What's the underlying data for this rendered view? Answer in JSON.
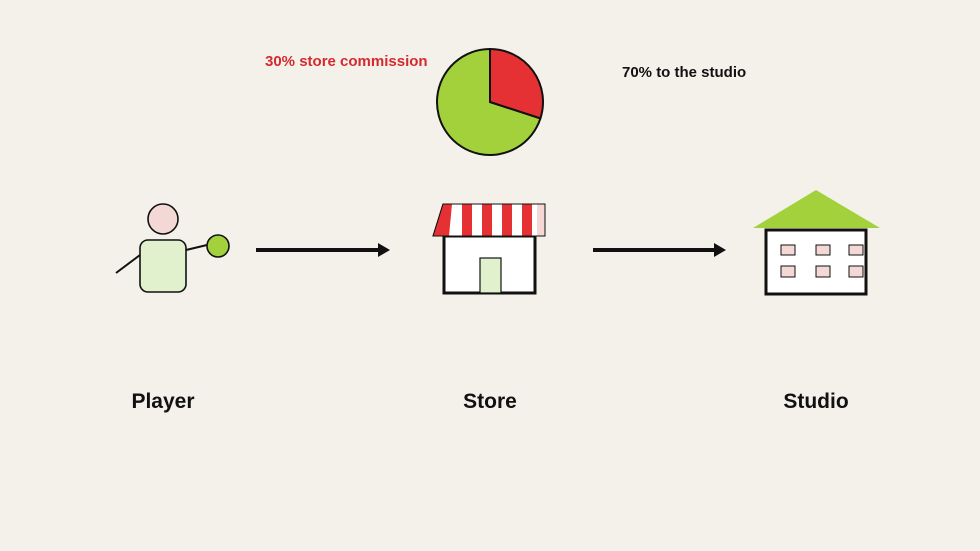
{
  "pie": {
    "slices": [
      {
        "label": "30% store commission",
        "value": 30,
        "color": "#e53034"
      },
      {
        "label": "70% to the studio",
        "value": 70,
        "color": "#a2d13b"
      }
    ]
  },
  "nodes": {
    "player": "Player",
    "store": "Store",
    "studio": "Studio"
  },
  "colors": {
    "background": "#f4f1eb",
    "accent_green": "#a2d13b",
    "accent_red": "#e53034",
    "text_red": "#d42a2f",
    "skin_pink": "#f4d8d5",
    "pale_green": "#e2f1cd",
    "outline": "#111111"
  },
  "icons": [
    "player-icon",
    "coin-icon",
    "store-icon",
    "studio-icon",
    "arrow-icon"
  ]
}
